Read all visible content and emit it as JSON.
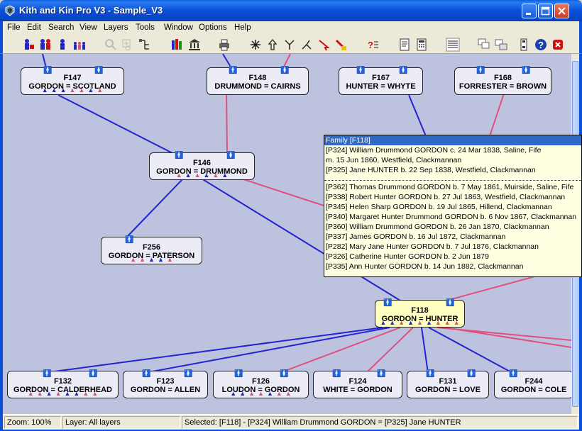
{
  "window": {
    "title": "Kith and Kin Pro V3 - Sample_V3"
  },
  "menu": [
    "File",
    "Edit",
    "Search",
    "View",
    "Layers",
    "Tools",
    "Window",
    "Options",
    "Help"
  ],
  "toolbar_icons": [
    "add-person-icon",
    "add-family-icon",
    "person-male-icon",
    "children-icon",
    "zoom-icon",
    "zoom-add-icon",
    "tree-icon",
    "books-icon",
    "library-icon",
    "print-icon",
    "navigate-icon",
    "navigate-up-icon",
    "navigate-down-icon",
    "navigate-right-icon",
    "pointer-icon",
    "highlight-icon",
    "question-icon",
    "report-icon",
    "calculator-icon",
    "list-icon",
    "cascade-icon",
    "tile-icon",
    "window-icon",
    "help-icon",
    "close-icon"
  ],
  "families": [
    {
      "id": "F147",
      "name": "GORDON = SCOTLAND",
      "kids": "mmmffmf"
    },
    {
      "id": "F148",
      "name": "DRUMMOND = CAIRNS",
      "kids": ""
    },
    {
      "id": "F167",
      "name": "HUNTER = WHYTE",
      "kids": ""
    },
    {
      "id": "F168",
      "name": "FORRESTER = BROWN",
      "kids": ""
    },
    {
      "id": "F146",
      "name": "GORDON = DRUMMOND",
      "kids": "fmfmfm"
    },
    {
      "id": "F256",
      "name": "GORDON = PATERSON",
      "kids": "ffmmf"
    },
    {
      "id": "F118",
      "name": "GORDON = HUNTER",
      "kids": "mmfmfmfff"
    },
    {
      "id": "F132",
      "name": "GORDON = CALDERHEAD",
      "kids": "ffmfmmff"
    },
    {
      "id": "F123",
      "name": "GORDON = ALLEN",
      "kids": ""
    },
    {
      "id": "F126",
      "name": "LOUDON = GORDON",
      "kids": "mmffmff"
    },
    {
      "id": "F124",
      "name": "WHITE = GORDON",
      "kids": ""
    },
    {
      "id": "F131",
      "name": "GORDON = LOVE",
      "kids": ""
    },
    {
      "id": "F244",
      "name": "GORDON = COLE",
      "kids": ""
    }
  ],
  "popup": {
    "title": "Family [F118]",
    "parents": [
      "[P324] William Drummond GORDON c. 24 Mar 1838, Saline, Fife",
      "m. 15 Jun 1860, Westfield, Clackmannan",
      "[P325] Jane HUNTER b. 22 Sep 1838, Westfield, Clackmannan"
    ],
    "children": [
      "[P362] Thomas Drummond GORDON b. 7 May 1861, Muirside, Saline, Fife",
      "[P338] Robert Hunter GORDON b. 27 Jul 1863, Westfield, Clackmannan",
      "[P345] Helen Sharp GORDON b. 19 Jul 1865, Hillend, Clackmannan",
      "[P340] Margaret Hunter Drummond GORDON b. 6 Nov 1867, Clackmannan",
      "[P360] William Drummond GORDON b. 26 Jan 1870, Clackmannan",
      "[P337] James GORDON b. 16 Jul 1872, Clackmannan",
      "[P282] Mary Jane Hunter GORDON b. 7 Jul 1876, Clackmannan",
      "[P326] Catherine Hunter GORDON b. 2 Jun 1879",
      "[P335] Ann Hunter GORDON b. 14 Jun 1882, Clackmannan"
    ]
  },
  "status": {
    "zoom": "Zoom: 100%",
    "layer": "Layer: All layers",
    "selected": "Selected: [F118] - [P324] William Drummond GORDON = [P325] Jane HUNTER"
  },
  "colors": {
    "male_line": "#2323d0",
    "female_line": "#e0507c",
    "canvas": "#bdc3df",
    "selected": "#ffffc2"
  }
}
